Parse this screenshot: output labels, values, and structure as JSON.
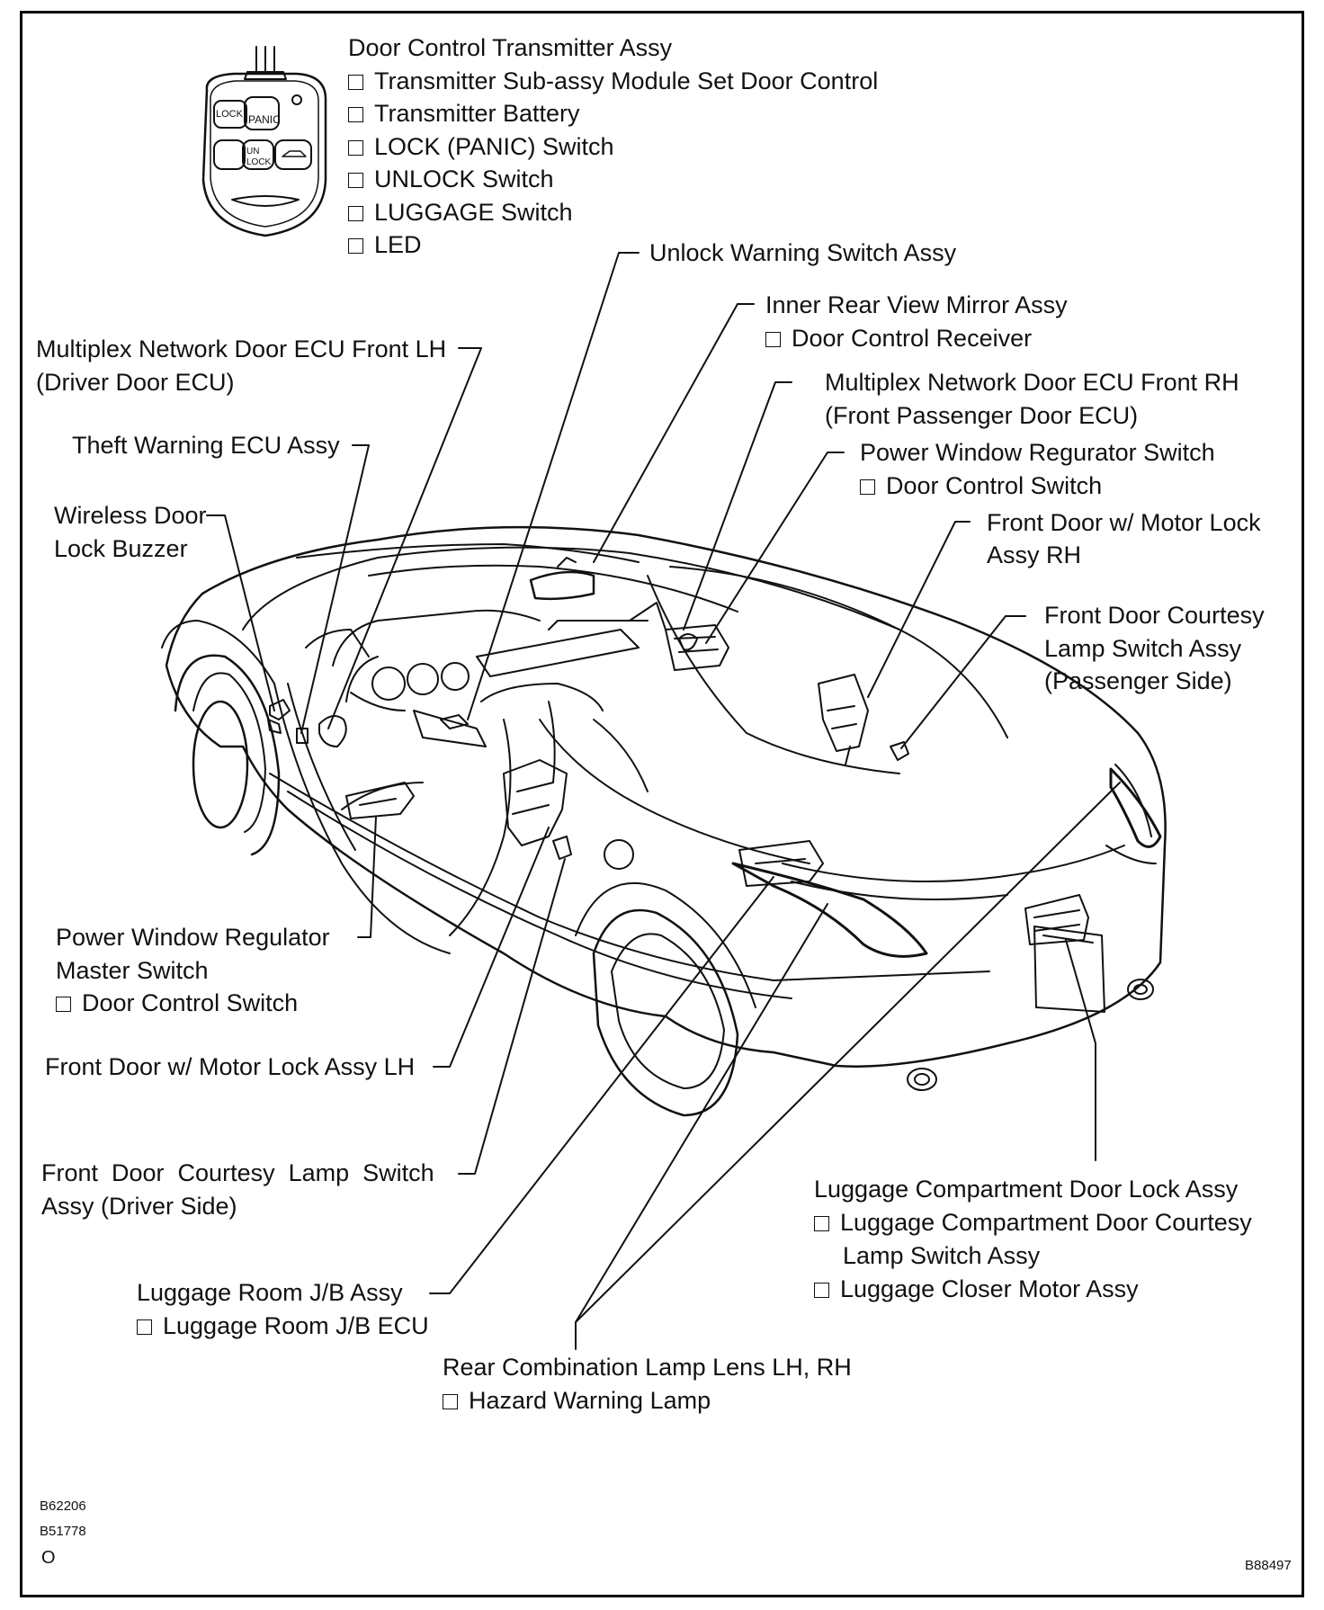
{
  "transmitter": {
    "title": "Door Control Transmitter Assy",
    "items": [
      "Transmitter Sub-assy Module Set Door Control",
      "Transmitter Battery",
      "LOCK (PANIC) Switch",
      "UNLOCK Switch",
      "LUGGAGE Switch",
      "LED"
    ],
    "fob_text": {
      "lock": "LOCK",
      "panic": "PANIC",
      "un": "UN",
      "unlock": "LOCK"
    }
  },
  "labels": {
    "unlock_warning": "Unlock Warning Switch Assy",
    "mirror": "Inner Rear View Mirror Assy",
    "mirror_sub": "Door Control Receiver",
    "ecu_lh_1": "Multiplex Network Door ECU Front LH",
    "ecu_lh_2": "(Driver Door ECU)",
    "ecu_rh_1": "Multiplex Network Door ECU Front RH",
    "ecu_rh_2": "(Front Passenger Door ECU)",
    "theft": "Theft Warning ECU Assy",
    "pw_switch": "Power Window Regurator Switch",
    "pw_switch_sub": "Door Control Switch",
    "buzzer_1": "Wireless Door",
    "buzzer_2": "Lock Buzzer",
    "motor_rh_1": "Front Door w/ Motor Lock",
    "motor_rh_2": "Assy RH",
    "courtesy_p_1": "Front Door Courtesy",
    "courtesy_p_2": "Lamp Switch Assy",
    "courtesy_p_3": "(Passenger Side)",
    "master_1": "Power Window Regulator",
    "master_2": "Master Switch",
    "master_sub": "Door Control Switch",
    "motor_lh": "Front Door w/ Motor Lock Assy LH",
    "courtesy_d_1": "Front  Door  Courtesy  Lamp  Switch",
    "courtesy_d_2": "Assy (Driver Side)",
    "luggage_lock": "Luggage Compartment Door Lock Assy",
    "luggage_courtesy_1": "Luggage Compartment Door Courtesy",
    "luggage_courtesy_2": "Lamp Switch Assy",
    "luggage_closer": "Luggage Closer Motor Assy",
    "jb": "Luggage Room J/B Assy",
    "jb_sub": "Luggage Room J/B ECU",
    "rear_lamp": "Rear Combination Lamp Lens LH, RH",
    "rear_lamp_sub": "Hazard Warning Lamp"
  },
  "codes": {
    "left_1": "B62206",
    "left_2": "B51778",
    "left_3": "O",
    "right": "B88497"
  }
}
